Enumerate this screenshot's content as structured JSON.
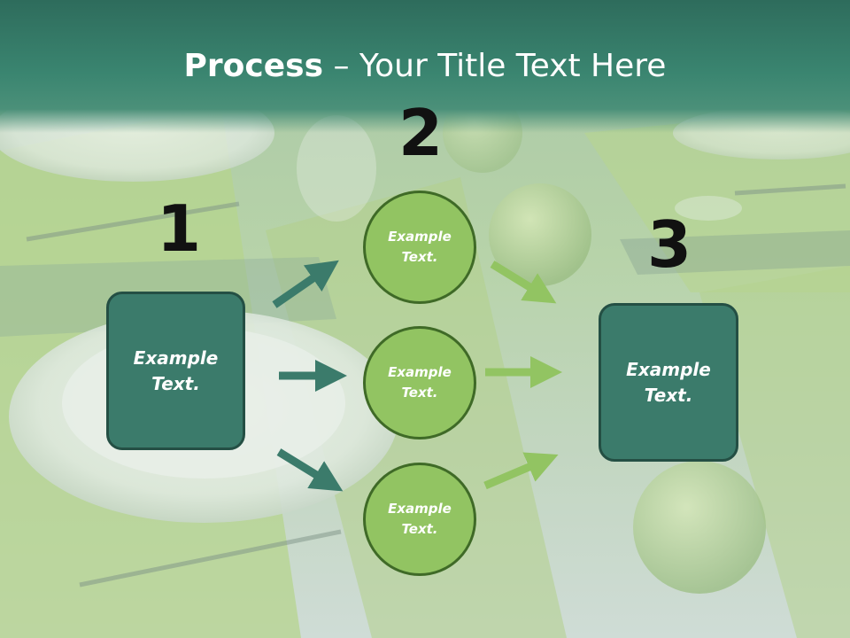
{
  "title": {
    "bold": "Process",
    "rest": " – Your Title Text Here"
  },
  "steps": [
    {
      "number": "1",
      "label": "Example\nText."
    },
    {
      "number": "2",
      "items": [
        "Example\nText.",
        "Example\nText.",
        "Example\nText."
      ]
    },
    {
      "number": "3",
      "label": "Example\nText."
    }
  ],
  "colors": {
    "header": "#3a8570",
    "box_fill": "#3b7b6b",
    "circle_fill": "#92c462",
    "arrow_dark": "#3b7b6b",
    "arrow_light": "#92c462"
  }
}
